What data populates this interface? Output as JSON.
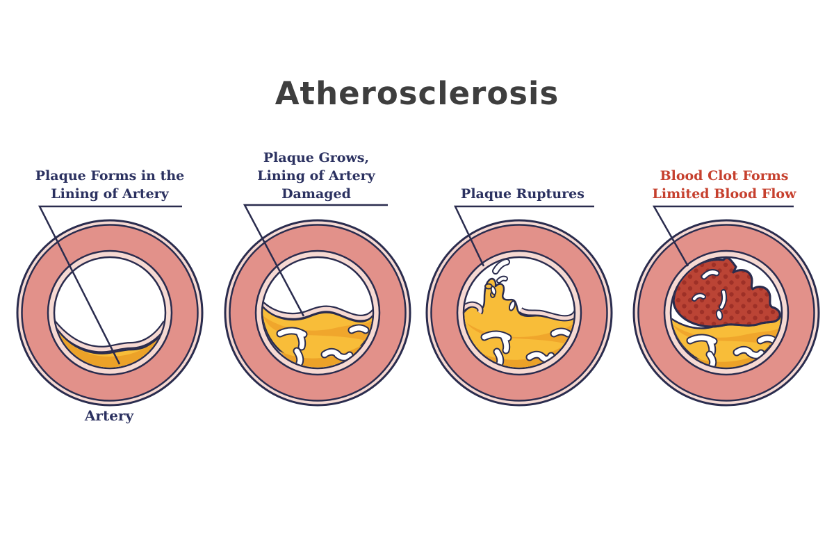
{
  "title": "Atherosclerosis",
  "colors": {
    "background": "#ffffff",
    "title_text": "#3e3e3e",
    "label_navy": "#2b3160",
    "label_red": "#c6402e",
    "outline_navy": "#2a2c4e",
    "artery_wall_salmon": "#e2918a",
    "lining_light_pink": "#f6d9d2",
    "lumen_white": "#ffffff",
    "plaque_yellow": "#f8bd39",
    "plaque_yellow_dark": "#f0a62c",
    "plaque_yellow_deep": "#eca228",
    "clot_red": "#bb4435",
    "clot_red_dark": "#87291f",
    "clot_dot_red": "#9e3027"
  },
  "stages": [
    {
      "id": "plaque-forms",
      "label_lines": [
        "Plaque Forms in the",
        "Lining of Artery"
      ],
      "caption": "Artery"
    },
    {
      "id": "plaque-grows",
      "label_lines": [
        "Plaque Grows,",
        "Lining of Artery",
        "Damaged"
      ]
    },
    {
      "id": "plaque-ruptures",
      "label_lines": [
        "Plaque Ruptures"
      ]
    },
    {
      "id": "blood-clot",
      "label_lines": [
        "Blood Clot Forms",
        "Limited Blood Flow"
      ]
    }
  ]
}
